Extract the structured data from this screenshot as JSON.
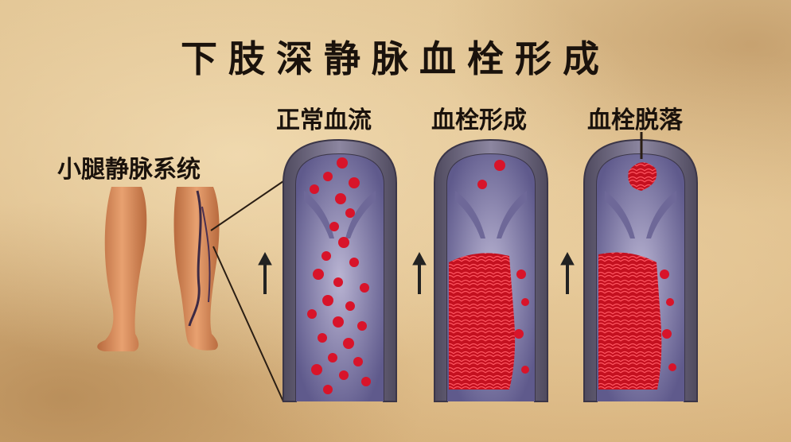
{
  "title": "下肢深静脉血栓形成",
  "labels": {
    "leg_system": "小腿静脉系统",
    "normal_flow": "正常血流",
    "thrombus_formation": "血栓形成",
    "thrombus_detachment": "血栓脱落"
  },
  "colors": {
    "parchment": "#d9b98a",
    "text": "#1a120c",
    "vessel_wall": "#6d6680",
    "vessel_lumen": "#8f8ab0",
    "blood_cell": "#d8142a",
    "skin": "#d9895a",
    "arrow": "#222222"
  },
  "flow_direction_icon": "arrow-up-icon"
}
